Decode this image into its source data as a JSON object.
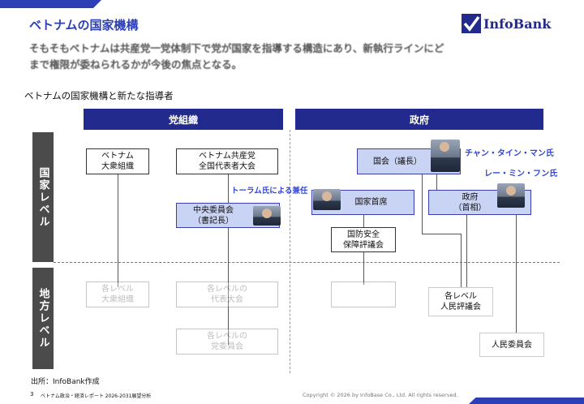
{
  "title": "ベトナムの国家機構",
  "logo_text": "InfoBank",
  "intro_line1": "そもそもベトナムは共産党一党体制下で党が国家を指導する構造にあり、新執行ラインにど",
  "intro_line2": "まで権限が委ねられるかが今後の焦点となる。",
  "section_title": "ベトナムの国家機構と新たな指導者",
  "headers": {
    "party": "党組織",
    "government": "政府"
  },
  "levels": {
    "national": "国家レベル",
    "local": "地方レベル"
  },
  "boxes": {
    "mass_org": "ベトナム\n大衆組織",
    "congress": "ベトナム共産党\n全国代表者大会",
    "central_committee": "中央委員会\n（書記長）",
    "national_assembly": "国会（議長）",
    "state_president": "国家首席",
    "government": "政府\n（首相）",
    "defense_council": "国防安全\n保障評議会",
    "local_mass_org": "各レベル\n大衆組織",
    "local_congress": "各レベルの\n代表大会",
    "local_party_committee": "各レベルの\n党委員会",
    "local_blank": "",
    "peoples_council": "各レベル\n人民評議会",
    "peoples_committee": "人民委員会"
  },
  "annotations": {
    "to_lam": "トーラム氏による兼任",
    "tran_thanh_man": "チャン・タイン・マン氏",
    "le_minh_hung": "レー・ミン・フン氏"
  },
  "source": "出所：InfoBank作成",
  "page_number": "3",
  "footer_title": "ベトナム政治・経済レポート 2026-2031展望分析",
  "copyright": "Copyright © 2026 by InfoBase Co., Ltd. All rights reserved.",
  "colors": {
    "navy": "#232a8e",
    "accent": "#3346d8",
    "light_blue": "#c9d3f3",
    "level_gray": "#4b4b4b"
  }
}
